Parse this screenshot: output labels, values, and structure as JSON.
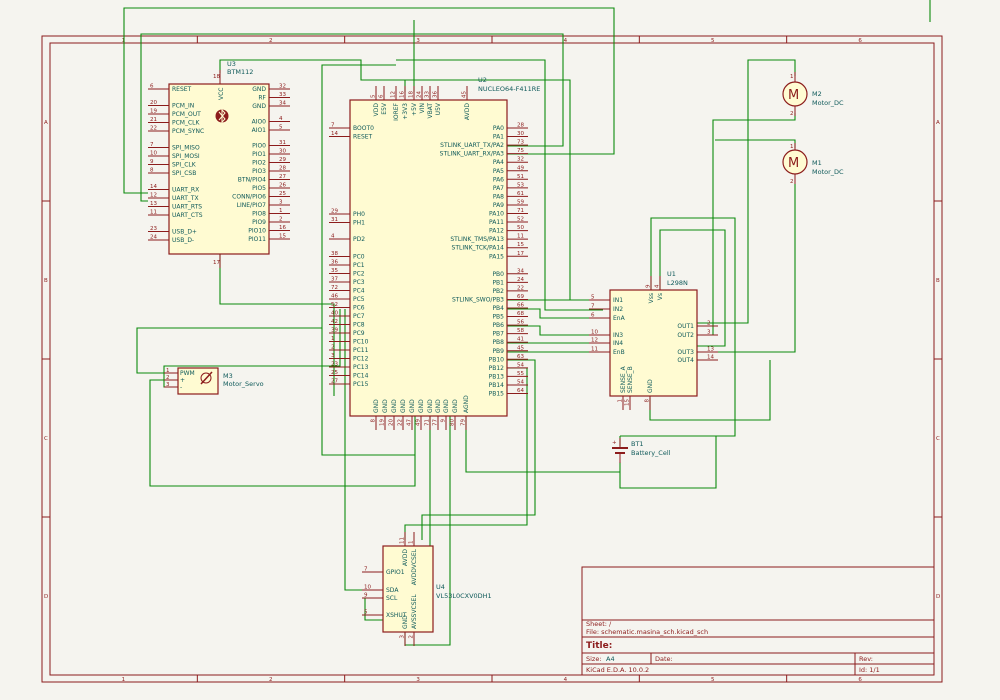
{
  "frame": {
    "columns": [
      "1",
      "2",
      "3",
      "4",
      "5",
      "6"
    ],
    "rows": [
      "A",
      "B",
      "C",
      "D"
    ]
  },
  "components": {
    "u3": {
      "ref": "U3",
      "value": "BTM112",
      "top_pin": {
        "num": "18",
        "name": "VCC"
      },
      "bottom_pin": {
        "num": "17"
      },
      "left_pins": [
        {
          "num": "6",
          "name": "RESET"
        },
        {
          "num": "20",
          "name": "PCM_IN"
        },
        {
          "num": "19",
          "name": "PCM_OUT"
        },
        {
          "num": "21",
          "name": "PCM_CLK"
        },
        {
          "num": "22",
          "name": "PCM_SYNC"
        },
        {
          "num": "7",
          "name": "SPI_MISO"
        },
        {
          "num": "10",
          "name": "SPI_MOSI"
        },
        {
          "num": "9",
          "name": "SPI_CLK"
        },
        {
          "num": "8",
          "name": "SPI_CSB"
        },
        {
          "num": "14",
          "name": "UART_RX"
        },
        {
          "num": "12",
          "name": "UART_TX"
        },
        {
          "num": "13",
          "name": "UART_RTS"
        },
        {
          "num": "11",
          "name": "UART_CTS"
        },
        {
          "num": "23",
          "name": "USB_D+"
        },
        {
          "num": "24",
          "name": "USB_D-"
        }
      ],
      "right_pins": [
        {
          "num": "32",
          "name": "GND"
        },
        {
          "num": "33",
          "name": "RF"
        },
        {
          "num": "34",
          "name": "GND"
        },
        {
          "num": "4",
          "name": "AIO0"
        },
        {
          "num": "5",
          "name": "AIO1"
        },
        {
          "num": "31",
          "name": "PIO0"
        },
        {
          "num": "30",
          "name": "PIO1"
        },
        {
          "num": "29",
          "name": "PIO2"
        },
        {
          "num": "28",
          "name": "PIO3"
        },
        {
          "num": "27",
          "name": "BTN/PIO4"
        },
        {
          "num": "26",
          "name": "PIO5"
        },
        {
          "num": "25",
          "name": "CONN/PIO6"
        },
        {
          "num": "3",
          "name": "LINE/PIO7"
        },
        {
          "num": "1",
          "name": "PIO8"
        },
        {
          "num": "2",
          "name": "PIO9"
        },
        {
          "num": "16",
          "name": "PIO10"
        },
        {
          "num": "15",
          "name": "PIO11"
        }
      ]
    },
    "u2": {
      "ref": "U2",
      "value": "NUCLEO64-F411RE",
      "top_pins": [
        {
          "num": "5",
          "name": "VDD"
        },
        {
          "num": "6",
          "name": "E5V"
        },
        {
          "num": "12",
          "name": "IOREF"
        },
        {
          "num": "16",
          "name": "+3V3"
        },
        {
          "num": "18",
          "name": "+5V"
        },
        {
          "num": "24",
          "name": "VIN"
        },
        {
          "num": "33",
          "name": "VBAT"
        },
        {
          "num": "36",
          "name": "U5V"
        },
        {
          "num": "45",
          "name": "AVDD"
        }
      ],
      "left_pins": [
        {
          "num": "7",
          "name": "BOOT0"
        },
        {
          "num": "14",
          "name": "RESET"
        },
        {
          "num": "29",
          "name": "PH0"
        },
        {
          "num": "31",
          "name": "PH1"
        },
        {
          "num": "4",
          "name": "PD2"
        },
        {
          "num": "38",
          "name": "PC0"
        },
        {
          "num": "36",
          "name": "PC1"
        },
        {
          "num": "35",
          "name": "PC2"
        },
        {
          "num": "37",
          "name": "PC3"
        },
        {
          "num": "72",
          "name": "PC4"
        },
        {
          "num": "46",
          "name": "PC5"
        },
        {
          "num": "52",
          "name": "PC6"
        },
        {
          "num": "40",
          "name": "PC7"
        },
        {
          "num": "42",
          "name": "PC8"
        },
        {
          "num": "39",
          "name": "PC9"
        },
        {
          "num": "1",
          "name": "PC10"
        },
        {
          "num": "2",
          "name": "PC11"
        },
        {
          "num": "3",
          "name": "PC12"
        },
        {
          "num": "23",
          "name": "PC13"
        },
        {
          "num": "25",
          "name": "PC14"
        },
        {
          "num": "27",
          "name": "PC15"
        }
      ],
      "right_pins": [
        {
          "num": "28",
          "name": "PA0"
        },
        {
          "num": "30",
          "name": "PA1"
        },
        {
          "num": "73",
          "name": "STLINK_UART_TX/PA2"
        },
        {
          "num": "75",
          "name": "STLINK_UART_RX/PA3"
        },
        {
          "num": "32",
          "name": "PA4"
        },
        {
          "num": "49",
          "name": "PA5"
        },
        {
          "num": "51",
          "name": "PA6"
        },
        {
          "num": "53",
          "name": "PA7"
        },
        {
          "num": "61",
          "name": "PA8"
        },
        {
          "num": "59",
          "name": "PA9"
        },
        {
          "num": "71",
          "name": "PA10"
        },
        {
          "num": "52",
          "name": "PA11"
        },
        {
          "num": "50",
          "name": "PA12"
        },
        {
          "num": "11",
          "name": "STLINK_TMS/PA13"
        },
        {
          "num": "15",
          "name": "STLINK_TCK/PA14"
        },
        {
          "num": "17",
          "name": "PA15"
        },
        {
          "num": "34",
          "name": "PB0"
        },
        {
          "num": "24",
          "name": "PB1"
        },
        {
          "num": "22",
          "name": "PB2"
        },
        {
          "num": "69",
          "name": "STLINK_SWO/PB3"
        },
        {
          "num": "66",
          "name": "PB4"
        },
        {
          "num": "68",
          "name": "PB5"
        },
        {
          "num": "56",
          "name": "PB6"
        },
        {
          "num": "58",
          "name": "PB7"
        },
        {
          "num": "41",
          "name": "PB8"
        },
        {
          "num": "45",
          "name": "PB9"
        },
        {
          "num": "63",
          "name": "PB10"
        },
        {
          "num": "54",
          "name": "PB12"
        },
        {
          "num": "55",
          "name": "PB13"
        },
        {
          "num": "54",
          "name": "PB14"
        },
        {
          "num": "64",
          "name": "PB15"
        }
      ],
      "bottom_pins": [
        {
          "num": "8",
          "name": "GND"
        },
        {
          "num": "19",
          "name": "GND"
        },
        {
          "num": "20",
          "name": "GND"
        },
        {
          "num": "22",
          "name": "GND"
        },
        {
          "num": "47",
          "name": "GND"
        },
        {
          "num": "49",
          "name": "GND"
        },
        {
          "num": "71",
          "name": "GND"
        },
        {
          "num": "77",
          "name": "GND"
        },
        {
          "num": "9",
          "name": "GND"
        },
        {
          "num": "80",
          "name": "GND"
        },
        {
          "num": "79",
          "name": "AGND"
        }
      ]
    },
    "u1": {
      "ref": "U1",
      "value": "L298N",
      "top_pins": [
        {
          "num": "9",
          "name": "Vss"
        },
        {
          "num": "4",
          "name": "Vs"
        }
      ],
      "left_pins": [
        {
          "num": "5",
          "name": "IN1"
        },
        {
          "num": "7",
          "name": "IN2"
        },
        {
          "num": "6",
          "name": "EnA"
        },
        {
          "num": "10",
          "name": "IN3"
        },
        {
          "num": "12",
          "name": "IN4"
        },
        {
          "num": "11",
          "name": "EnB"
        }
      ],
      "right_pins": [
        {
          "num": "2",
          "name": "OUT1"
        },
        {
          "num": "3",
          "name": "OUT2"
        },
        {
          "num": "13",
          "name": "OUT3"
        },
        {
          "num": "14",
          "name": "OUT4"
        }
      ],
      "bottom_pins": [
        {
          "num": "1",
          "name": "SENSE_A"
        },
        {
          "num": "15",
          "name": "SENSE_B"
        },
        {
          "num": "8",
          "name": "GND"
        }
      ]
    },
    "m2": {
      "ref": "M2",
      "value": "Motor_DC",
      "pin_a": "1",
      "pin_b": "2",
      "symbol": "M"
    },
    "m1": {
      "ref": "M1",
      "value": "Motor_DC",
      "pin_a": "1",
      "pin_b": "2",
      "symbol": "M"
    },
    "m3": {
      "ref": "M3",
      "value": "Motor_Servo",
      "pins": [
        {
          "num": "1",
          "name": "PWM"
        },
        {
          "num": "2",
          "name": "+"
        },
        {
          "num": "3",
          "name": "-"
        }
      ]
    },
    "bt1": {
      "ref": "BT1",
      "value": "Battery_Cell",
      "plus": "+"
    },
    "u4": {
      "ref": "U4",
      "value": "VL53L0CXV0DH1",
      "top_pins": [
        {
          "num": "11",
          "name": "AVDD"
        },
        {
          "num": "1",
          "name": "AVDDVCSEL"
        }
      ],
      "left_pins": [
        {
          "num": "7",
          "name": "GPIO1"
        },
        {
          "num": "10",
          "name": "SDA"
        },
        {
          "num": "9",
          "name": "SCL"
        },
        {
          "num": "5",
          "name": "XSHUT"
        }
      ],
      "bottom_pins": [
        {
          "num": "3",
          "name": "GND"
        },
        {
          "num": "2",
          "name": "AVSSVCSEL"
        }
      ]
    }
  },
  "title_block": {
    "sheet_label": "Sheet: /",
    "file_label": "File: schematic.masina_sch.kicad_sch",
    "title_label": "Title:",
    "size_label": "Size:",
    "size_value": "A4",
    "date_label": "Date:",
    "rev_label": "Rev:",
    "tool_text": "KiCad E.D.A. 10.0.2",
    "id_text": "Id: 1/1"
  },
  "colors": {
    "frame": "#8c1c1c",
    "wire": "#0c8a0c",
    "component_fill": "#fffbd2",
    "label_text": "#0f5a5a",
    "background": "#f5f4ef"
  }
}
